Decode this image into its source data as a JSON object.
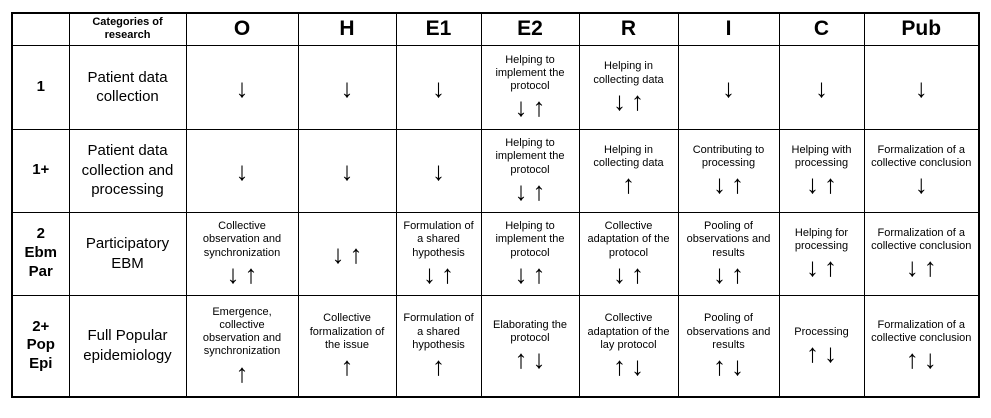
{
  "colors": {
    "border": "#000000",
    "background": "#ffffff",
    "text": "#000000"
  },
  "header": {
    "corner": "",
    "categories_label": "Categories of research",
    "columns": [
      "O",
      "H",
      "E1",
      "E2",
      "R",
      "I",
      "C",
      "Pub"
    ]
  },
  "rows": [
    {
      "code": "1",
      "sub": [],
      "category": "Patient data collection",
      "cells": [
        {
          "text": "",
          "arrows": "↓"
        },
        {
          "text": "",
          "arrows": "↓"
        },
        {
          "text": "",
          "arrows": "↓"
        },
        {
          "text": "Helping to implement the protocol",
          "arrows": "↓↑"
        },
        {
          "text": "Helping in collecting data",
          "arrows": "↓↑"
        },
        {
          "text": "",
          "arrows": "↓"
        },
        {
          "text": "",
          "arrows": "↓"
        },
        {
          "text": "",
          "arrows": "↓"
        }
      ]
    },
    {
      "code": "1+",
      "sub": [],
      "category": "Patient data collection and processing",
      "cells": [
        {
          "text": "",
          "arrows": "↓"
        },
        {
          "text": "",
          "arrows": "↓"
        },
        {
          "text": "",
          "arrows": "↓"
        },
        {
          "text": "Helping to implement the protocol",
          "arrows": "↓↑"
        },
        {
          "text": "Helping in collecting data",
          "arrows": "↑"
        },
        {
          "text": "Contributing to processing",
          "arrows": "↓↑"
        },
        {
          "text": "Helping with processing",
          "arrows": "↓↑"
        },
        {
          "text": "Formalization of a collective conclusion",
          "arrows": "↓"
        }
      ]
    },
    {
      "code": "2",
      "sub": [
        "Ebm",
        "Par"
      ],
      "category": "Participatory EBM",
      "cells": [
        {
          "text": "Collective observation and synchronization",
          "arrows": "↓↑"
        },
        {
          "text": "",
          "arrows": "↓↑"
        },
        {
          "text": "Formulation of a shared hypothesis",
          "arrows": "↓↑"
        },
        {
          "text": "Helping to implement the protocol",
          "arrows": "↓↑"
        },
        {
          "text": "Collective adaptation of the protocol",
          "arrows": "↓↑"
        },
        {
          "text": "Pooling of observations and results",
          "arrows": "↓↑"
        },
        {
          "text": "Helping for processing",
          "arrows": "↓↑"
        },
        {
          "text": "Formalization of a collective conclusion",
          "arrows": "↓↑"
        }
      ]
    },
    {
      "code": "2+",
      "sub": [
        "Pop",
        "Epi"
      ],
      "category": "Full Popular epidemiology",
      "cells": [
        {
          "text": "Emergence, collective observation and synchronization",
          "arrows": "↑"
        },
        {
          "text": "Collective formalization of the issue",
          "arrows": "↑"
        },
        {
          "text": "Formulation of a shared hypothesis",
          "arrows": "↑"
        },
        {
          "text": "Elaborating the protocol",
          "arrows": "↑↓"
        },
        {
          "text": "Collective adaptation of the lay protocol",
          "arrows": "↑↓"
        },
        {
          "text": "Pooling of observations and results",
          "arrows": "↑↓"
        },
        {
          "text": "Processing",
          "arrows": "↑↓"
        },
        {
          "text": "Formalization of a collective conclusion",
          "arrows": "↑↓"
        }
      ]
    }
  ]
}
